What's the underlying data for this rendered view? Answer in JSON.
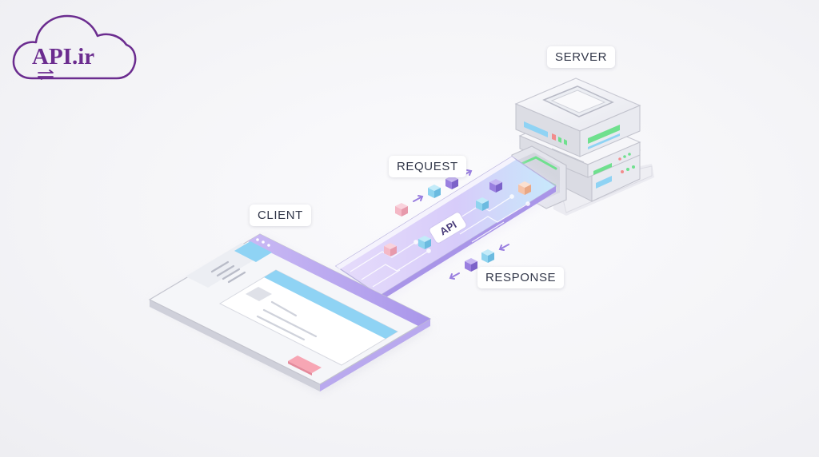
{
  "brand": {
    "logo_text": "API.ir",
    "color": "#6b2c8f"
  },
  "labels": {
    "server": "SERVER",
    "request": "REQUEST",
    "client": "CLIENT",
    "response": "RESPONSE",
    "api": "API"
  },
  "colors": {
    "accent": "#9b87e6",
    "panel_blue": "#8fd3f4",
    "button_pink": "#f7a6b4",
    "led_green": "#6fe08e",
    "packet_purple": "#9a7fe0",
    "packet_blue": "#8fd4ef",
    "packet_pink": "#f4b8c6",
    "packet_peach": "#f6c3a8"
  }
}
